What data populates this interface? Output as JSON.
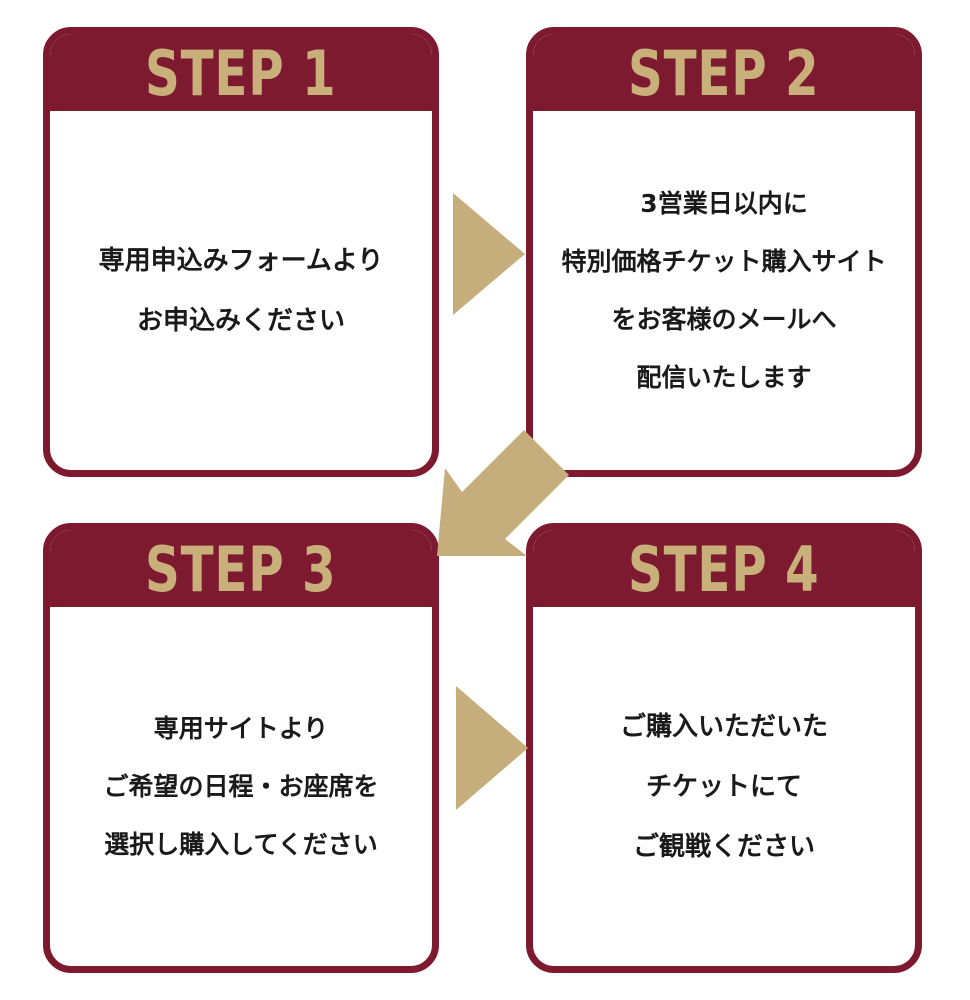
{
  "colors": {
    "header_bg": "#7d1a30",
    "header_text": "#c9b07a",
    "arrow": "#c5ae7c",
    "body_text": "#1a1a1a"
  },
  "steps": [
    {
      "title": "STEP 1",
      "lines": [
        "専用申込みフォームより",
        "お申込みください"
      ]
    },
    {
      "title": "STEP 2",
      "lines": [
        "3営業日以内に",
        "特別価格チケット購入サイト",
        "をお客様のメールへ",
        "配信いたします"
      ]
    },
    {
      "title": "STEP 3",
      "lines": [
        "専用サイトより",
        "ご希望の日程・お座席を",
        "選択し購入してください"
      ]
    },
    {
      "title": "STEP 4",
      "lines": [
        "ご購入いただいた",
        "チケットにて",
        "ご観戦ください"
      ]
    }
  ],
  "arrows": [
    {
      "name": "arrow-right-icon",
      "from": "STEP 1",
      "to": "STEP 2"
    },
    {
      "name": "arrow-down-left-icon",
      "from": "STEP 2",
      "to": "STEP 3"
    },
    {
      "name": "arrow-right-icon",
      "from": "STEP 3",
      "to": "STEP 4"
    }
  ]
}
